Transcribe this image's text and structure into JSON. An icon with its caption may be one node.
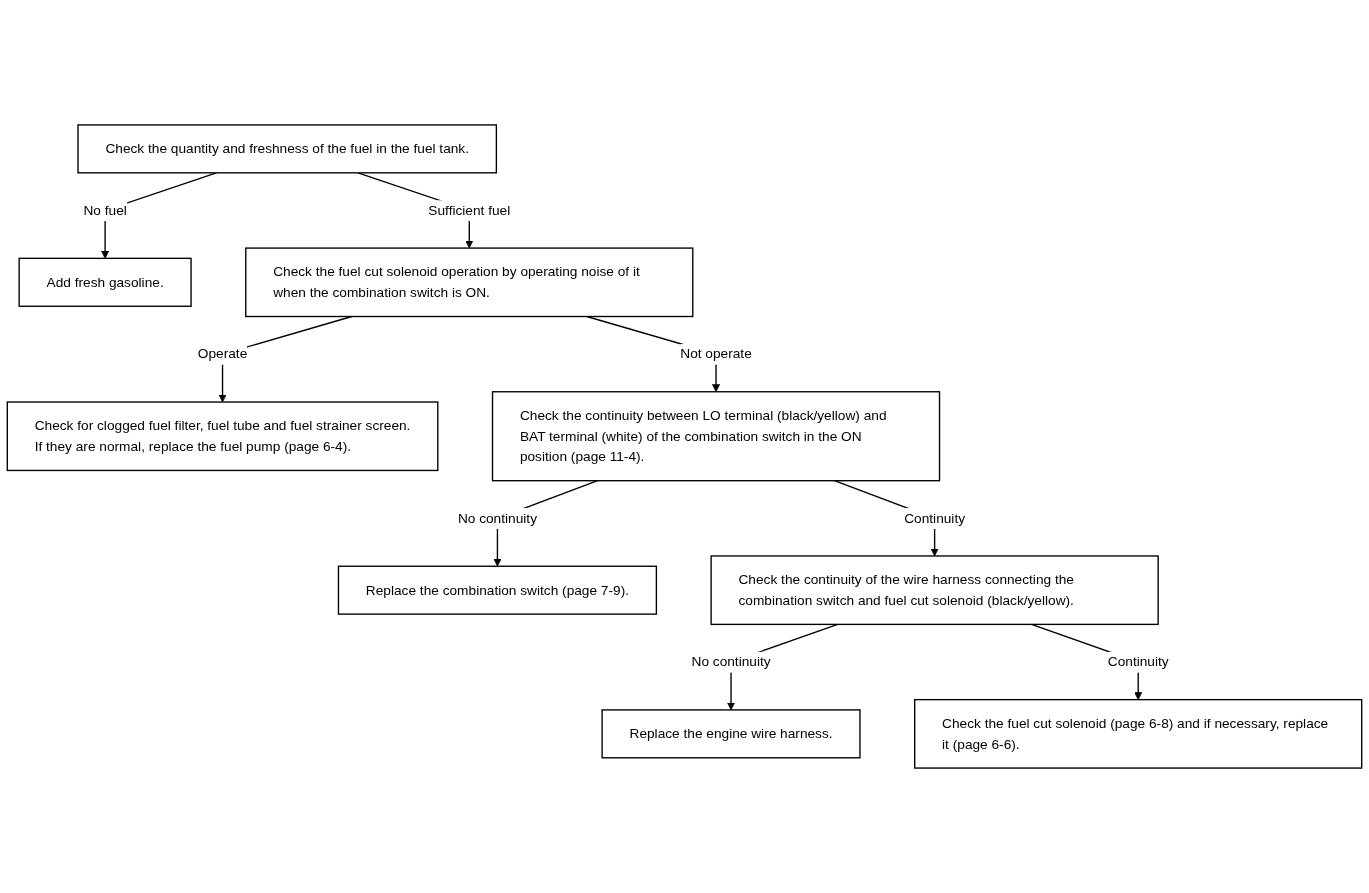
{
  "diagram": {
    "nodes": [
      {
        "text": [
          "Check the quantity and freshness of the fuel in the fuel tank."
        ]
      },
      {
        "text": [
          "Add fresh gasoline."
        ]
      },
      {
        "text": [
          "Check the fuel cut solenoid operation by operating noise of it when the combination switch is ON."
        ]
      },
      {
        "text": [
          "Check for clogged fuel filter, fuel tube and fuel strainer screen.",
          "If they are normal, replace the fuel pump (page 6-4)."
        ]
      },
      {
        "text": [
          "Check the continuity between LO terminal (black/yellow) and BAT terminal (white) of the combination switch in the ON position (page 11-4)."
        ]
      },
      {
        "text": [
          "Replace the combination switch (page 7-9)."
        ]
      },
      {
        "text": [
          "Check the continuity of the wire harness connecting the combination switch and fuel cut solenoid (black/yellow)."
        ]
      },
      {
        "text": [
          "Replace the engine wire harness."
        ]
      },
      {
        "text": [
          "Check the fuel cut solenoid (page 6-8) and if necessary, replace it (page 6-6)."
        ]
      }
    ],
    "edges": [
      {
        "from": 0,
        "to": 1,
        "arrow": "to",
        "label": "No fuel"
      },
      {
        "from": 0,
        "to": 2,
        "arrow": "to",
        "label": "Sufficient fuel"
      },
      {
        "from": 2,
        "to": 3,
        "arrow": "to",
        "label": "Operate"
      },
      {
        "from": 2,
        "to": 4,
        "arrow": "to",
        "label": "Not operate"
      },
      {
        "from": 4,
        "to": 5,
        "arrow": "to",
        "label": "No continuity"
      },
      {
        "from": 4,
        "to": 6,
        "arrow": "to",
        "label": "Continuity"
      },
      {
        "from": 6,
        "to": 7,
        "arrow": "to",
        "label": "No continuity"
      },
      {
        "from": 6,
        "to": 8,
        "arrow": "to",
        "label": "Continuity"
      }
    ]
  }
}
